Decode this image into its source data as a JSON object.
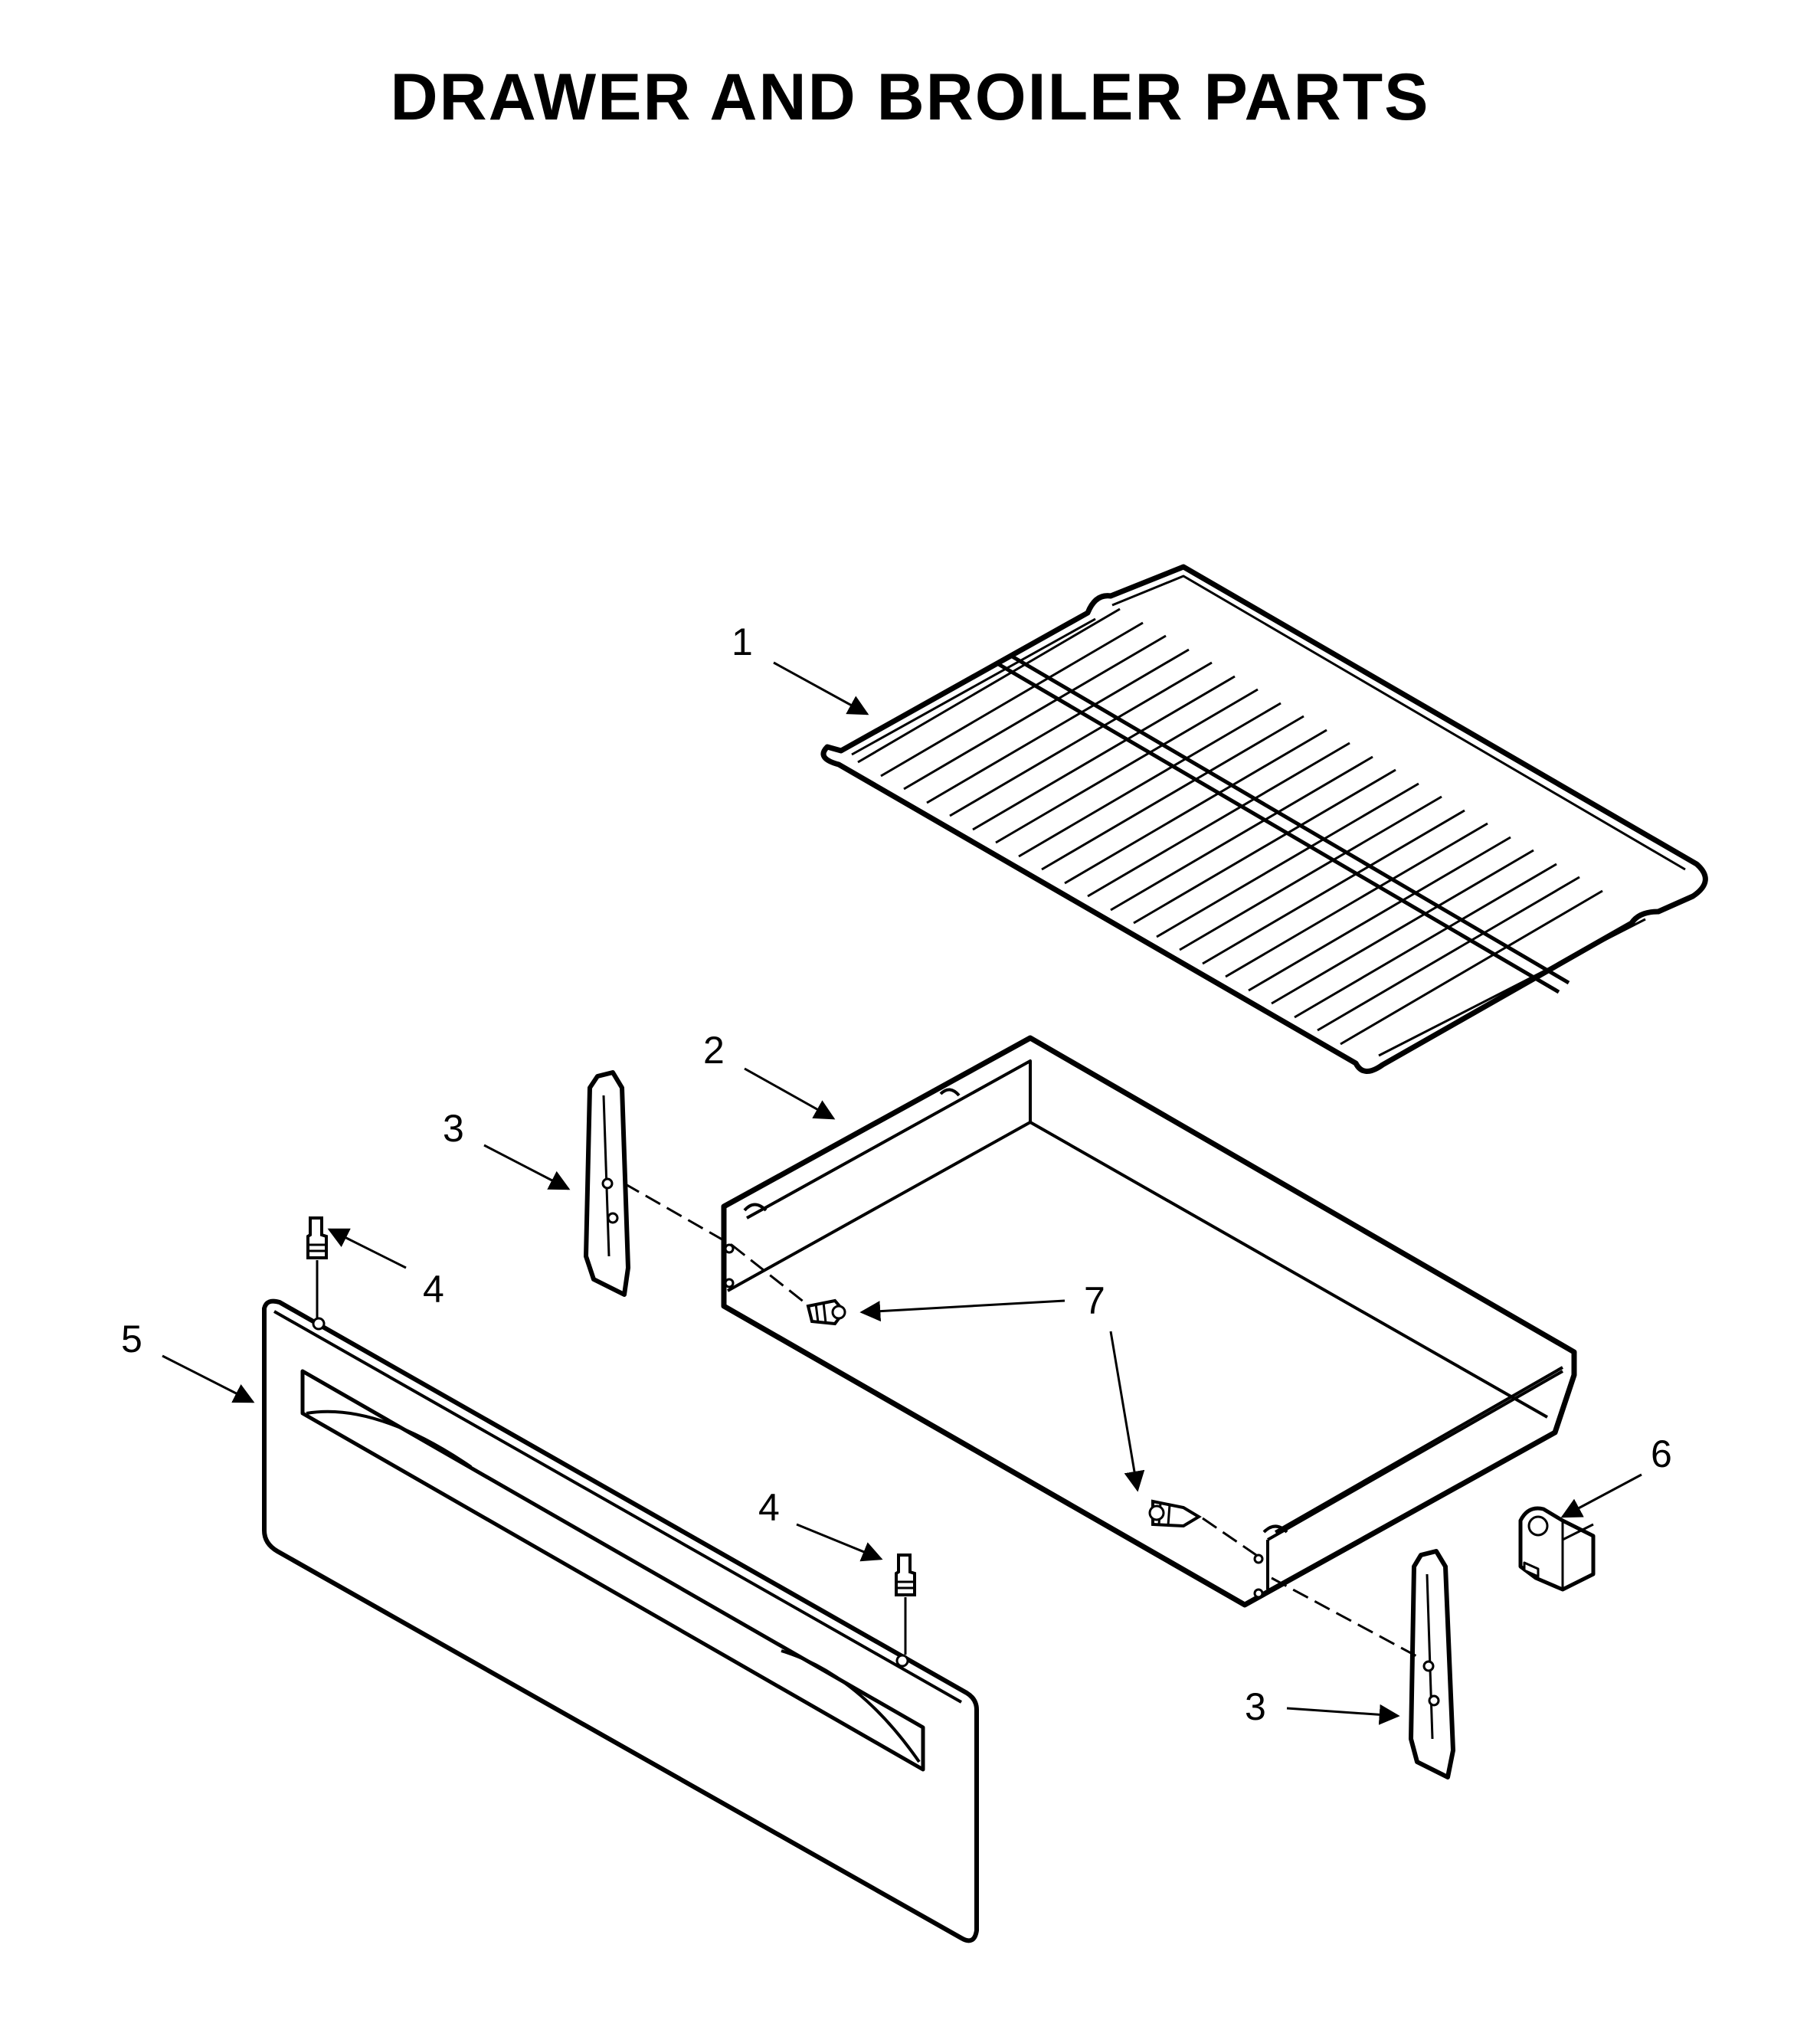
{
  "title": "DRAWER AND BROILER PARTS",
  "callouts": {
    "c1": "1",
    "c2": "2",
    "c3a": "3",
    "c3b": "3",
    "c4a": "4",
    "c4b": "4",
    "c5": "5",
    "c6": "6",
    "c7": "7"
  },
  "colors": {
    "line": "#000000",
    "background": "#ffffff",
    "part_fill": "#ffffff"
  }
}
